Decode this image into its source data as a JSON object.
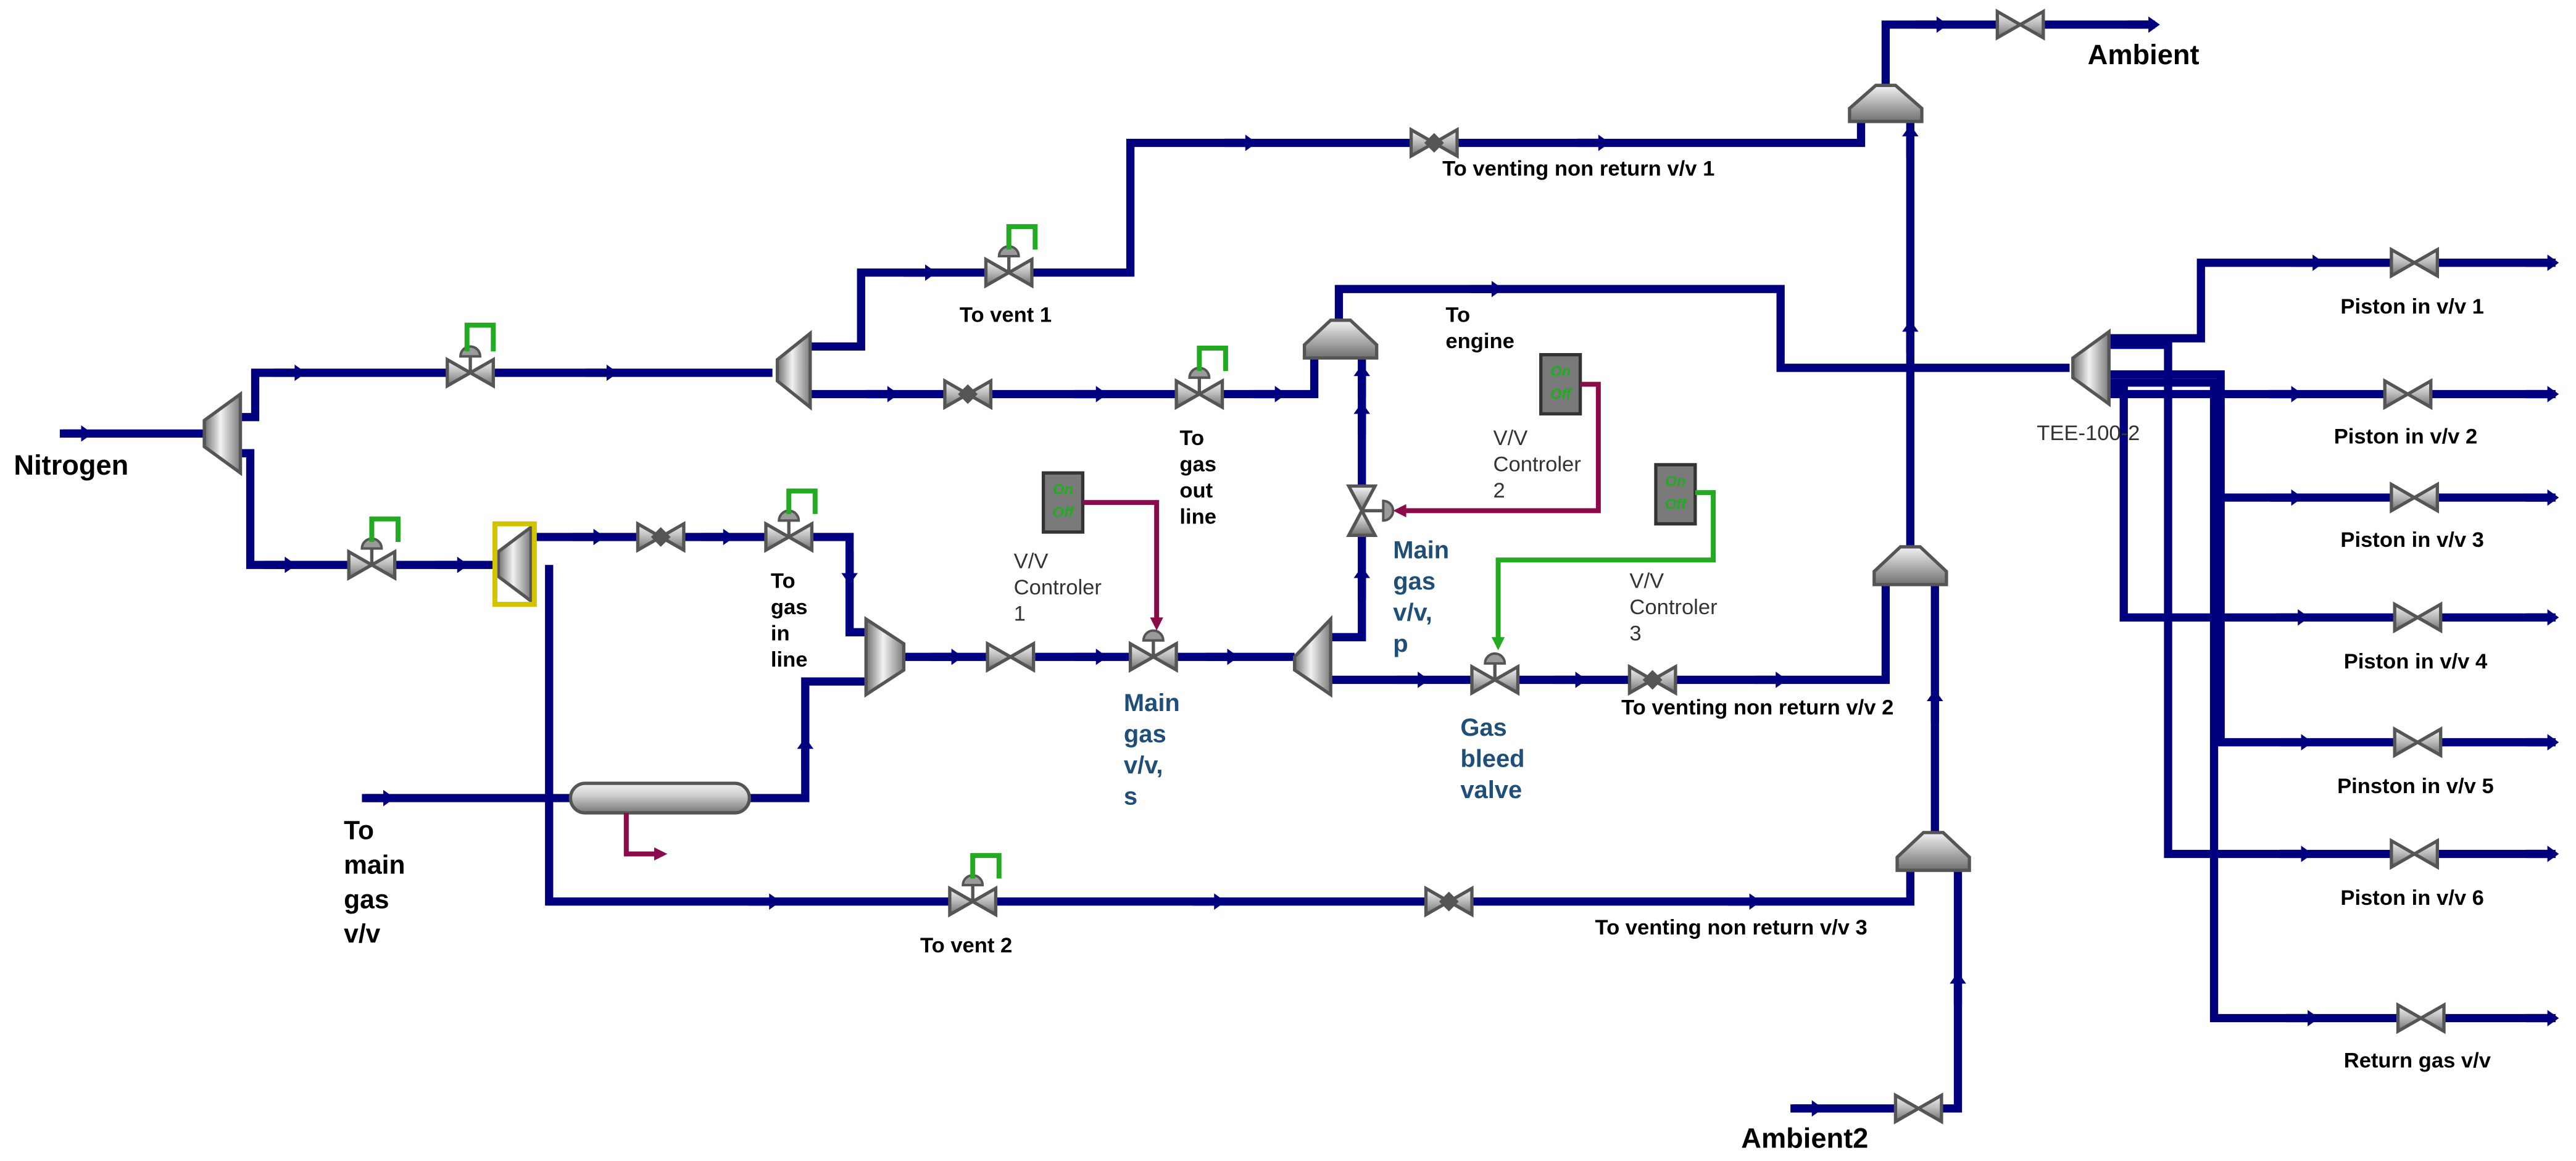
{
  "labels": {
    "nitrogen": "Nitrogen",
    "ambient": "Ambient",
    "ambient2": "Ambient2",
    "to_venting_1": "To venting non return v/v 1",
    "to_venting_2": "To venting non return v/v 2",
    "to_venting_3": "To venting non return v/v 3",
    "to_vent_1": "To vent 1",
    "to_vent_2": "To vent 2",
    "to_engine": [
      "To",
      "engine"
    ],
    "to_gas_out_line": [
      "To",
      "gas",
      "out",
      "line"
    ],
    "to_gas_in_line": [
      "To",
      "gas",
      "in",
      "line"
    ],
    "to_main_gas_vv": [
      "To",
      "main",
      "gas",
      "v/v"
    ],
    "main_gas_vv_s": [
      "Main",
      "gas",
      "v/v,",
      "s"
    ],
    "main_gas_vv_p": [
      "Main",
      "gas",
      "v/v,",
      "p"
    ],
    "gas_bleed_valve": [
      "Gas",
      "bleed",
      "valve"
    ],
    "controller_1": [
      "V/V",
      "Controler",
      "1"
    ],
    "controller_2": [
      "V/V",
      "Controler",
      "2"
    ],
    "controller_3": [
      "V/V",
      "Controler",
      "3"
    ],
    "tee": "TEE-100-2",
    "piston_1": "Piston in v/v 1",
    "piston_2": "Piston in v/v 2",
    "piston_3": "Piston in v/v 3",
    "piston_4": "Piston in v/v 4",
    "piston_5": "Pinston in v/v 5",
    "piston_6": "Piston in v/v 6",
    "return_gas": "Return gas v/v"
  },
  "controller_switch": [
    "On",
    "Off"
  ],
  "colors": {
    "pipe": "#00007f",
    "signal_red": "#8b0a4a",
    "signal_green": "#22aa22",
    "label_blue": "#1f4e79",
    "selected": "#d4c300"
  }
}
